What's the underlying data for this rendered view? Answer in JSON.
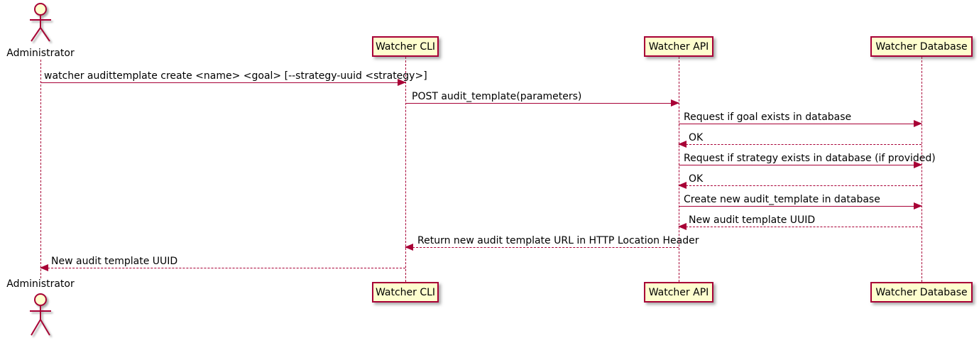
{
  "diagram_type": "sequence-diagram",
  "participants": [
    {
      "id": "administrator",
      "label": "Administrator",
      "type": "actor"
    },
    {
      "id": "watcher-cli",
      "label": "Watcher CLI",
      "type": "participant"
    },
    {
      "id": "watcher-api",
      "label": "Watcher API",
      "type": "participant"
    },
    {
      "id": "watcher-database",
      "label": "Watcher Database",
      "type": "participant"
    }
  ],
  "messages": [
    {
      "from": "Administrator",
      "to": "Watcher CLI",
      "label": "watcher audittemplate create <name> <goal> [--strategy-uuid <strategy>]",
      "line": "solid",
      "direction": "right"
    },
    {
      "from": "Watcher CLI",
      "to": "Watcher API",
      "label": "POST audit_template(parameters)",
      "line": "solid",
      "direction": "right"
    },
    {
      "from": "Watcher API",
      "to": "Watcher Database",
      "label": "Request if goal exists in database",
      "line": "solid",
      "direction": "right"
    },
    {
      "from": "Watcher Database",
      "to": "Watcher API",
      "label": "OK",
      "line": "dashed",
      "direction": "left"
    },
    {
      "from": "Watcher API",
      "to": "Watcher Database",
      "label": "Request if strategy exists in database (if provided)",
      "line": "solid",
      "direction": "right"
    },
    {
      "from": "Watcher Database",
      "to": "Watcher API",
      "label": "OK",
      "line": "dashed",
      "direction": "left"
    },
    {
      "from": "Watcher API",
      "to": "Watcher Database",
      "label": "Create new audit_template in database",
      "line": "solid",
      "direction": "right"
    },
    {
      "from": "Watcher Database",
      "to": "Watcher API",
      "label": "New audit template UUID",
      "line": "dashed",
      "direction": "left"
    },
    {
      "from": "Watcher API",
      "to": "Watcher CLI",
      "label": "Return new audit template URL in HTTP Location Header",
      "line": "dashed",
      "direction": "left"
    },
    {
      "from": "Watcher CLI",
      "to": "Administrator",
      "label": "New audit template UUID",
      "line": "dashed",
      "direction": "left"
    }
  ],
  "colors": {
    "participant_fill": "#FEFECE",
    "stroke": "#A80036",
    "text": "#000000",
    "background": "#FFFFFF"
  }
}
